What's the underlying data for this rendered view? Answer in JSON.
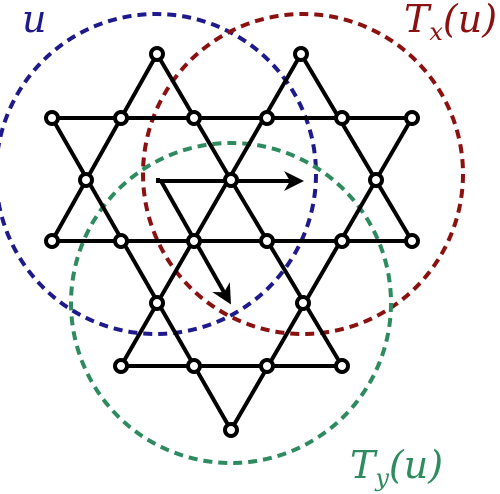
{
  "labels": {
    "u": {
      "text": "u",
      "color": "#1f1a8c"
    },
    "tx": {
      "base": "T",
      "sub": "x",
      "arg": "(u)",
      "color": "#8b1010"
    },
    "ty": {
      "base": "T",
      "sub": "y",
      "arg": "(u)",
      "color": "#2e8b5f"
    }
  },
  "colors": {
    "lattice": "#000000",
    "node_fill": "#ffffff",
    "circle_u": "#1f1a8c",
    "circle_tx": "#8b1010",
    "circle_ty": "#2e8b5f"
  }
}
